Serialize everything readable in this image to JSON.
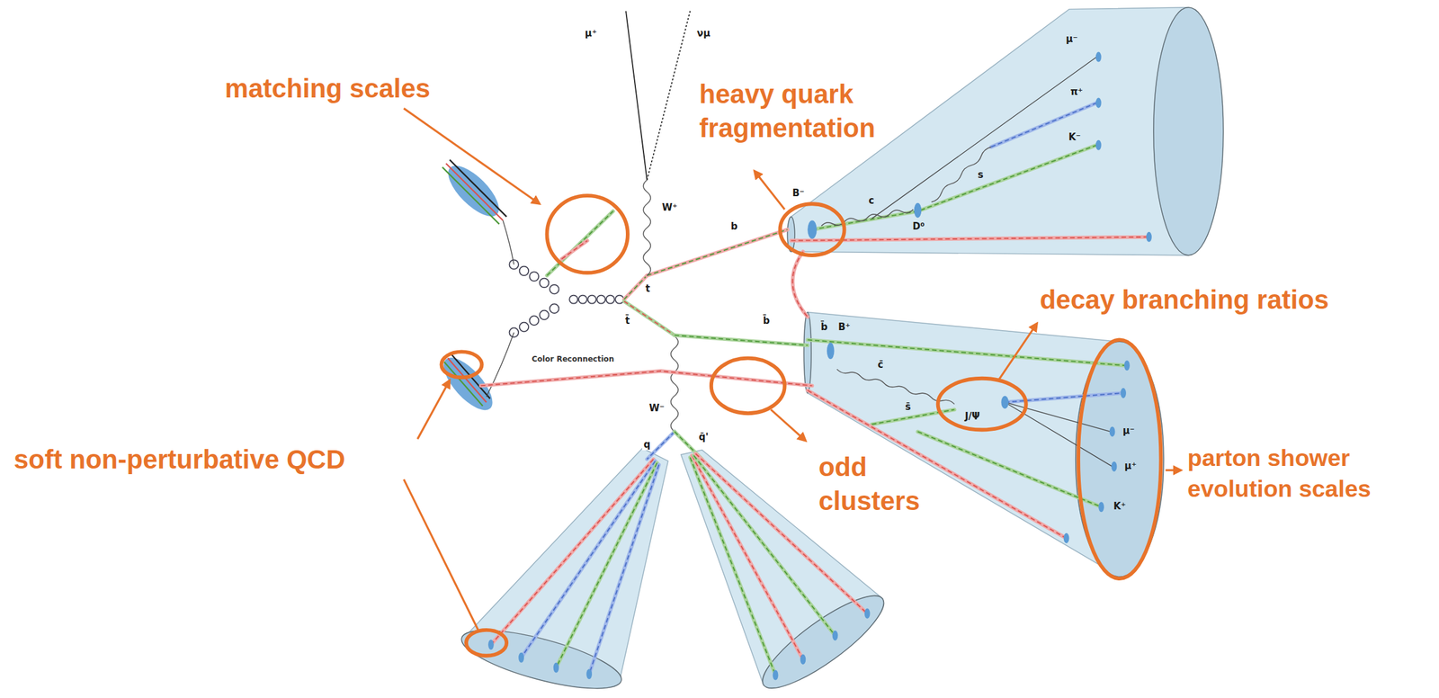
{
  "diagram": {
    "labels": [
      "matching scales",
      "heavy quark fragmentation",
      "decay branching ratios",
      "soft non-perturbative QCD",
      "odd clusters",
      "parton shower evolution scales",
      "μ⁺",
      "νμ",
      "W⁺",
      "t",
      "t̄",
      "b",
      "B⁻",
      "c",
      "D⁰",
      "s",
      "μ⁻",
      "π⁺",
      "K⁻",
      "b̄",
      "Color Reconnection",
      "W⁻",
      "q",
      "q̄'",
      "b̄",
      "B⁺",
      "c̄",
      "s̄",
      "J/Ψ",
      "μ⁻",
      "μ⁺",
      "K⁺"
    ]
  }
}
